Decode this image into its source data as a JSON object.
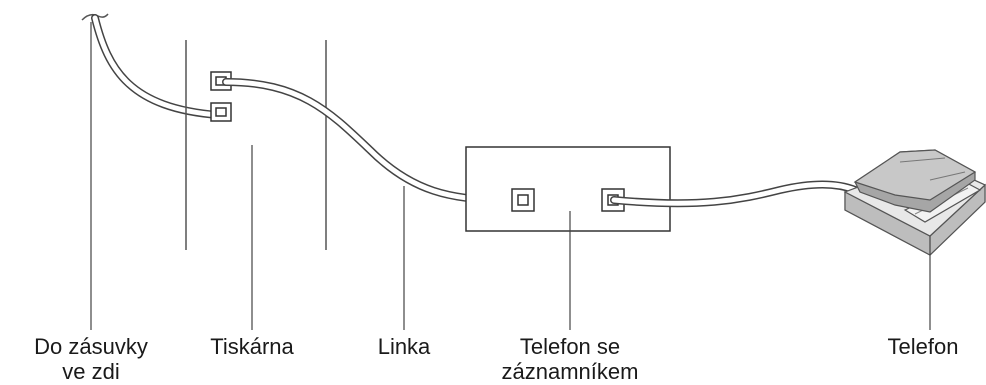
{
  "labels": {
    "wall_socket": [
      "Do zásuvky",
      "ve zdi"
    ],
    "printer": "Tiskárna",
    "line": "Linka",
    "answering_machine": [
      "Telefon se",
      "záznamníkem"
    ],
    "telephone": "Telefon"
  },
  "colors": {
    "stroke": "#333333",
    "cable_outer": "#444444",
    "cable_inner": "#ffffff",
    "phone_fill": "#e6e6e6",
    "phone_dark": "#9a9a9a"
  }
}
